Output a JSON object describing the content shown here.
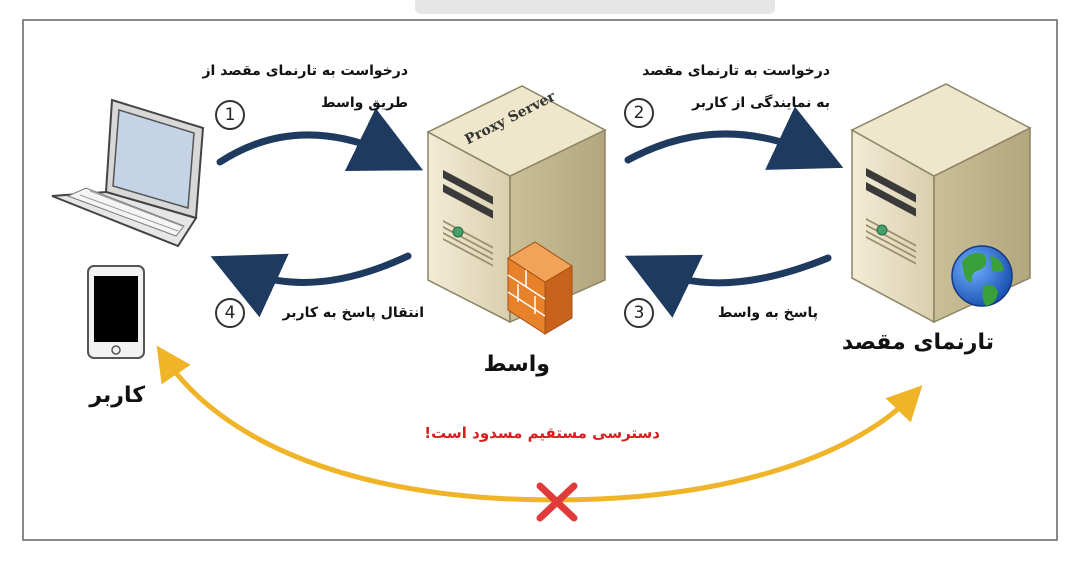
{
  "steps": [
    {
      "number": "1",
      "line1": "درخواست به تارنمای مقصد از",
      "line2": "طریق واسط"
    },
    {
      "number": "2",
      "line1": "درخواست به تارنمای مقصد",
      "line2": "به نمایندگی از کاربر"
    },
    {
      "number": "3",
      "line1": "پاسخ به واسط"
    },
    {
      "number": "4",
      "line1": "انتقال پاسخ به کاربر"
    }
  ],
  "nodes": {
    "user": "کاربر",
    "proxy": "واسط",
    "proxy_badge": "Proxy Server",
    "target": "تارنمای مقصد"
  },
  "blocked_message": "دسترسی مستقیم مسدود است!",
  "colors": {
    "flow_arrow": "#1f3a5f",
    "direct_arrow": "#f0b429",
    "blocked_x": "#e03a3a",
    "server_body": "#e8dfc4",
    "firewall": "#e8822a",
    "globe_water": "#2a6fdb",
    "globe_land": "#3aa13a"
  },
  "icons": [
    "laptop-icon",
    "smartphone-icon",
    "proxy-server-icon",
    "firewall-icon",
    "target-server-icon",
    "globe-icon",
    "blocked-x-icon"
  ]
}
